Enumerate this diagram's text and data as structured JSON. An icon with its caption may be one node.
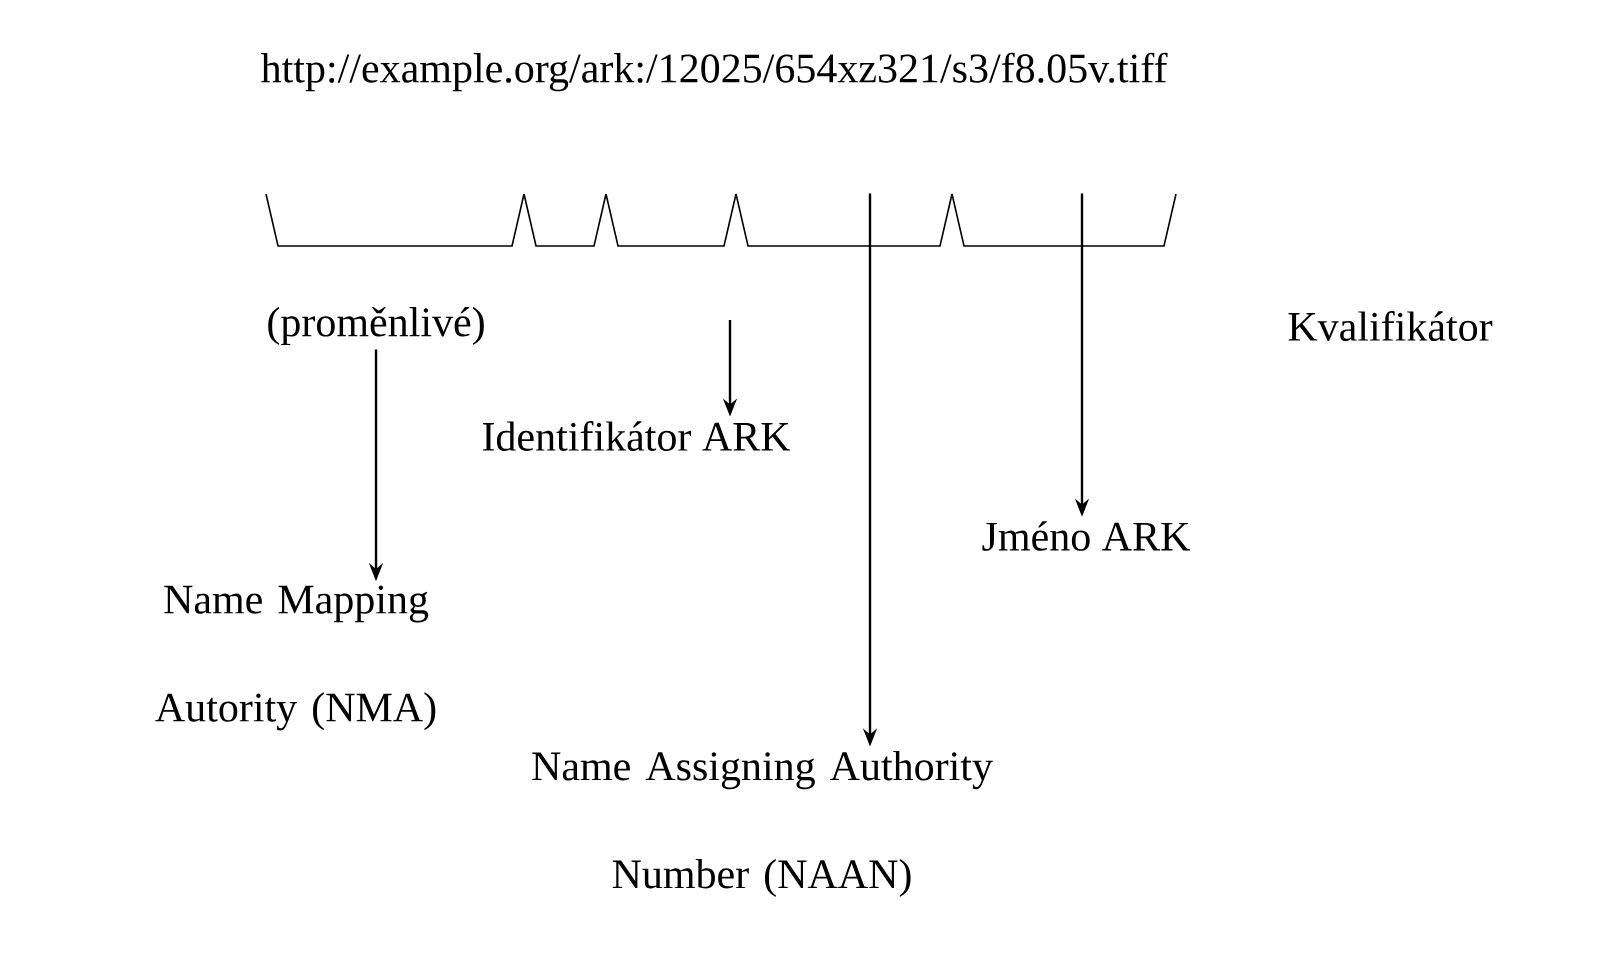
{
  "diagram": {
    "nodes": [
      {
        "text": [
          "(proměnlivé)"
        ]
      },
      {
        "text": [
          "Identifikátor ARK"
        ]
      },
      {
        "text": [
          "Jméno ARK"
        ]
      },
      {
        "text": [
          "Name Mapping Autority (NMA)"
        ]
      },
      {
        "text": [
          "Name Assigning Authority Number (NAAN)"
        ]
      },
      {
        "text": [],
        "shape": "bracket"
      },
      {
        "text": [],
        "shape": "bracket"
      },
      {
        "text": [],
        "shape": "bracket"
      },
      {
        "text": [],
        "shape": "bracket"
      },
      {
        "text": [],
        "shape": "bracket"
      }
    ],
    "edges": [
      {
        "from": 0,
        "to": 3,
        "arrow": "to"
      },
      {
        "from": null,
        "to": 1,
        "arrow": "to"
      },
      {
        "from": 8,
        "to": 4,
        "arrow": "to"
      },
      {
        "from": 9,
        "to": 2,
        "arrow": "to"
      }
    ],
    "labels": [
      "http://example.org/ark:/12025/654xz321/s3/f8.05v.tiff",
      "Kvalifikátor"
    ]
  }
}
